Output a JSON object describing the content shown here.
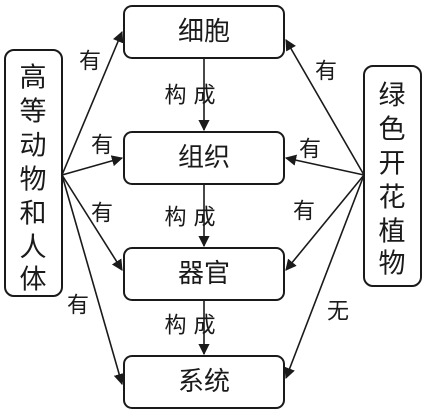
{
  "diagram": {
    "levels": [
      "细胞",
      "组织",
      "器官",
      "系统"
    ],
    "compose_label": "构 成",
    "left_group": {
      "name_chars": [
        "高",
        "等",
        "动",
        "物",
        "和",
        "人",
        "体"
      ],
      "edges": [
        "有",
        "有",
        "有",
        "有"
      ]
    },
    "right_group": {
      "name_chars": [
        "绿",
        "色",
        "开",
        "花",
        "植",
        "物"
      ],
      "edges": [
        "有",
        "有",
        "有",
        "无"
      ]
    }
  }
}
